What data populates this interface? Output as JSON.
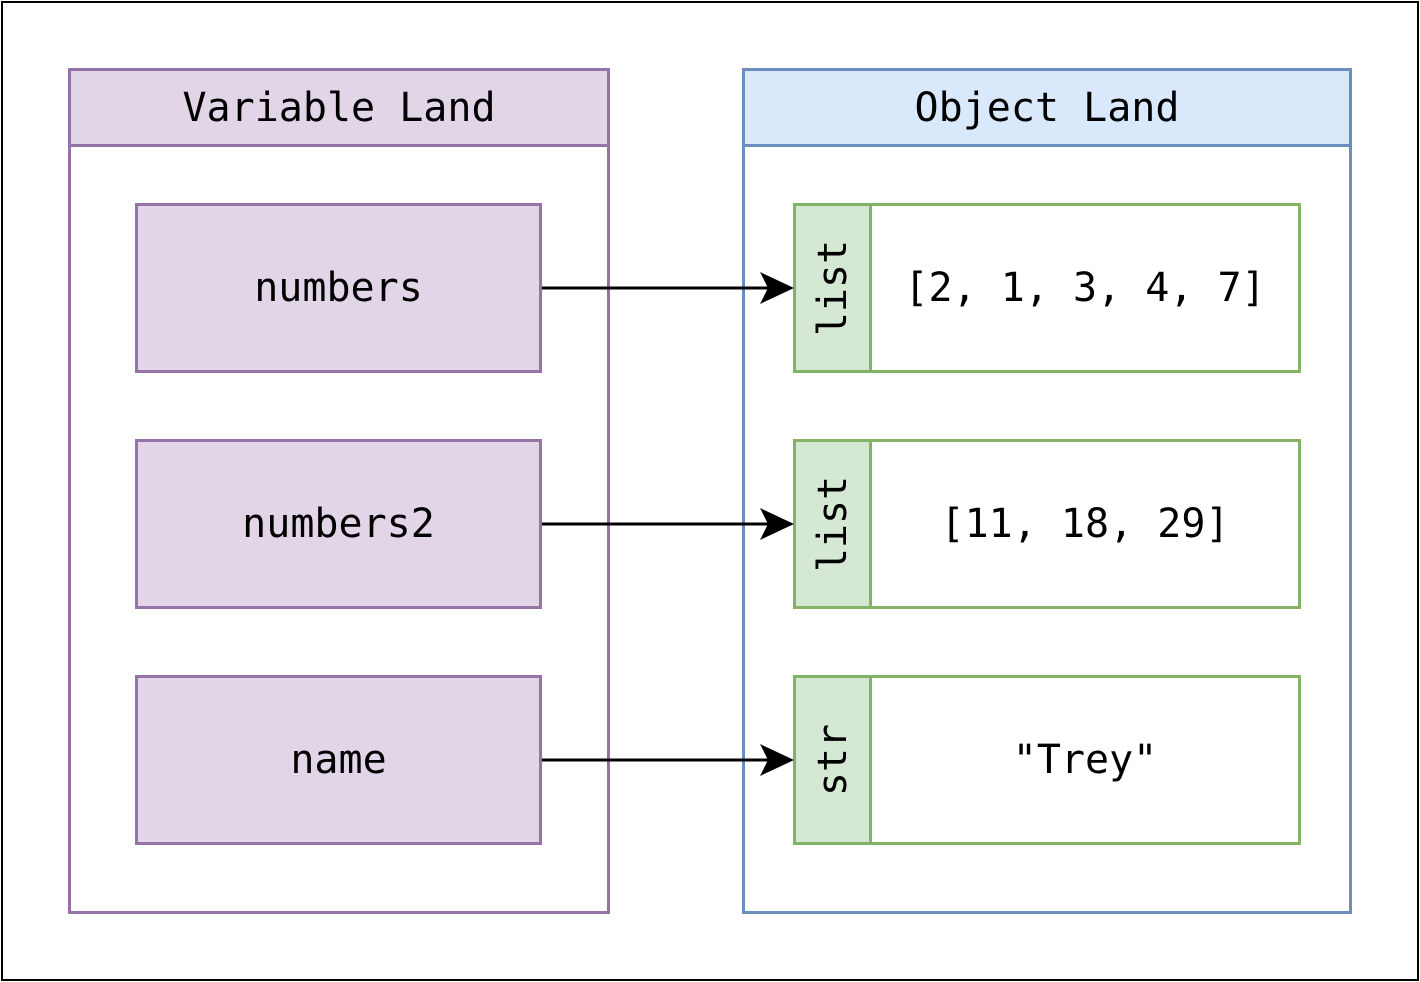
{
  "variable_land": {
    "title": "Variable Land",
    "variables": [
      {
        "name": "numbers"
      },
      {
        "name": "numbers2"
      },
      {
        "name": "name"
      }
    ]
  },
  "object_land": {
    "title": "Object Land",
    "objects": [
      {
        "type": "list",
        "value": "[2, 1, 3, 4, 7]"
      },
      {
        "type": "list",
        "value": "[11, 18, 29]"
      },
      {
        "type": "str",
        "value": "\"Trey\""
      }
    ]
  },
  "colors": {
    "variable_fill": "#e1d5e7",
    "variable_stroke": "#9673a6",
    "object_header_fill": "#dae8fc",
    "object_stroke": "#6c8ebf",
    "type_fill": "#d5e8d4",
    "type_stroke": "#82b366",
    "arrow": "#000000"
  }
}
